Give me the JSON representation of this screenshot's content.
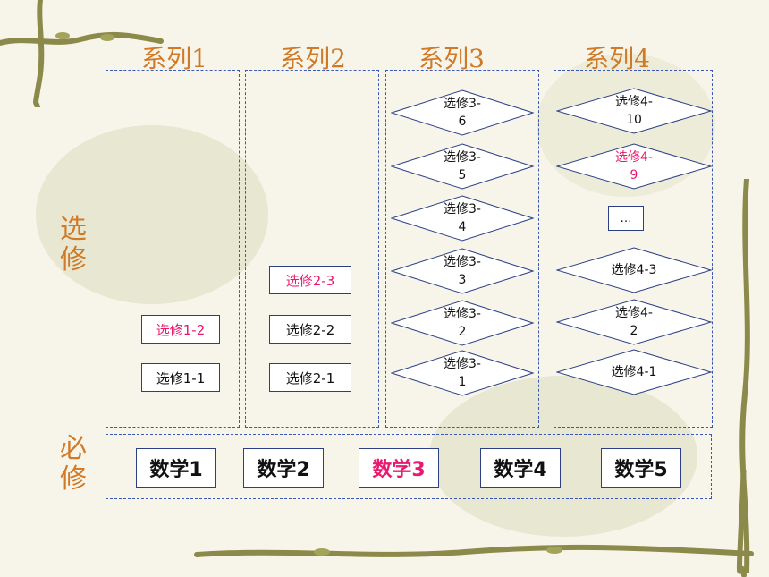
{
  "series": [
    "系列1",
    "系列2",
    "系列3",
    "系列4"
  ],
  "side_labels": {
    "elective": "选修",
    "required": "必修"
  },
  "series1": [
    {
      "label": "选修1-2",
      "highlight": true
    },
    {
      "label": "选修1-1",
      "highlight": false
    }
  ],
  "series2": [
    {
      "label": "选修2-3",
      "highlight": true
    },
    {
      "label": "选修2-2",
      "highlight": false
    },
    {
      "label": "选修2-1",
      "highlight": false
    }
  ],
  "series3": [
    {
      "label": "选修3-\n6",
      "highlight": false
    },
    {
      "label": "选修3-\n5",
      "highlight": false
    },
    {
      "label": "选修3-\n4",
      "highlight": false
    },
    {
      "label": "选修3-\n3",
      "highlight": false
    },
    {
      "label": "选修3-\n2",
      "highlight": false
    },
    {
      "label": "选修3-\n1",
      "highlight": false
    }
  ],
  "series4": [
    {
      "label": "选修4-\n10",
      "highlight": false
    },
    {
      "label": "选修4-\n9",
      "highlight": true
    },
    {
      "label": "…",
      "highlight": false
    },
    {
      "label": "选修4-3",
      "highlight": false
    },
    {
      "label": "选修4-\n2",
      "highlight": false
    },
    {
      "label": "选修4-1",
      "highlight": false
    }
  ],
  "core": [
    {
      "label": "数学1",
      "highlight": false
    },
    {
      "label": "数学2",
      "highlight": false
    },
    {
      "label": "数学3",
      "highlight": true
    },
    {
      "label": "数学4",
      "highlight": false
    },
    {
      "label": "数学5",
      "highlight": false
    }
  ],
  "colors": {
    "title": "#d07a28",
    "highlight": "#e8196e",
    "border": "#2c3f86"
  }
}
